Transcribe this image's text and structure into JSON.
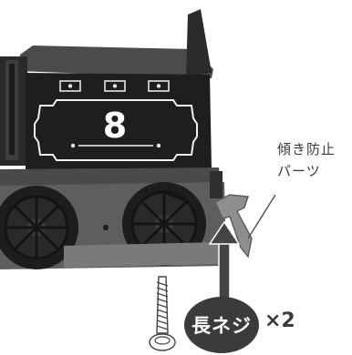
{
  "title": "",
  "engine": {
    "number": "8"
  },
  "callout": {
    "part_label_line1": "傾き防止",
    "part_label_line2": "パーツ"
  },
  "screw": {
    "label": "長ネジ",
    "quantity": "×2"
  },
  "colors": {
    "engine_body": "#1e1e1e",
    "engine_grey": "#5a5a5a",
    "badge": "#3b3b3b",
    "callout_text": "#3a3a3a"
  }
}
